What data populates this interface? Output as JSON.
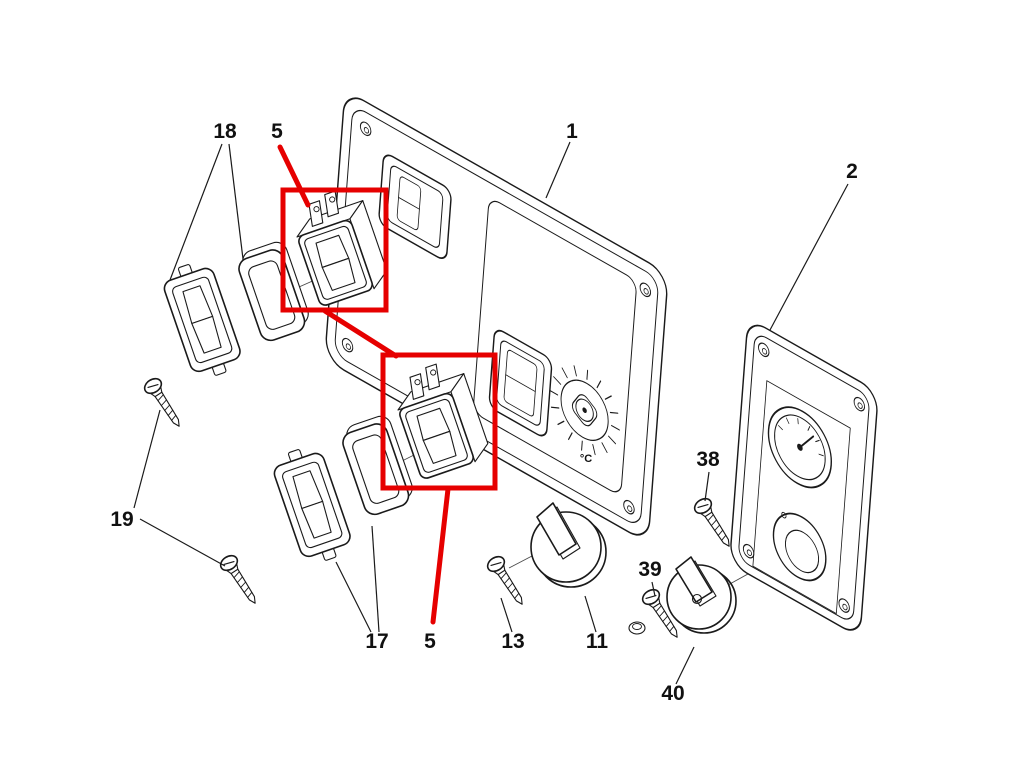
{
  "figure": {
    "type": "exploded-parts-diagram",
    "subject": "Control panel assembly exploded view",
    "colors": {
      "background": "#ffffff",
      "line": "#1a1a1a",
      "highlight": "#e60000"
    },
    "labels": {
      "p1": "1",
      "p2": "2",
      "p5_top": "5",
      "p5_bottom": "5",
      "p11": "11",
      "p13": "13",
      "p17": "17",
      "p18": "18",
      "p19": "19",
      "p38": "38",
      "p39": "39",
      "p40": "40"
    },
    "dial_unit": "°C"
  }
}
